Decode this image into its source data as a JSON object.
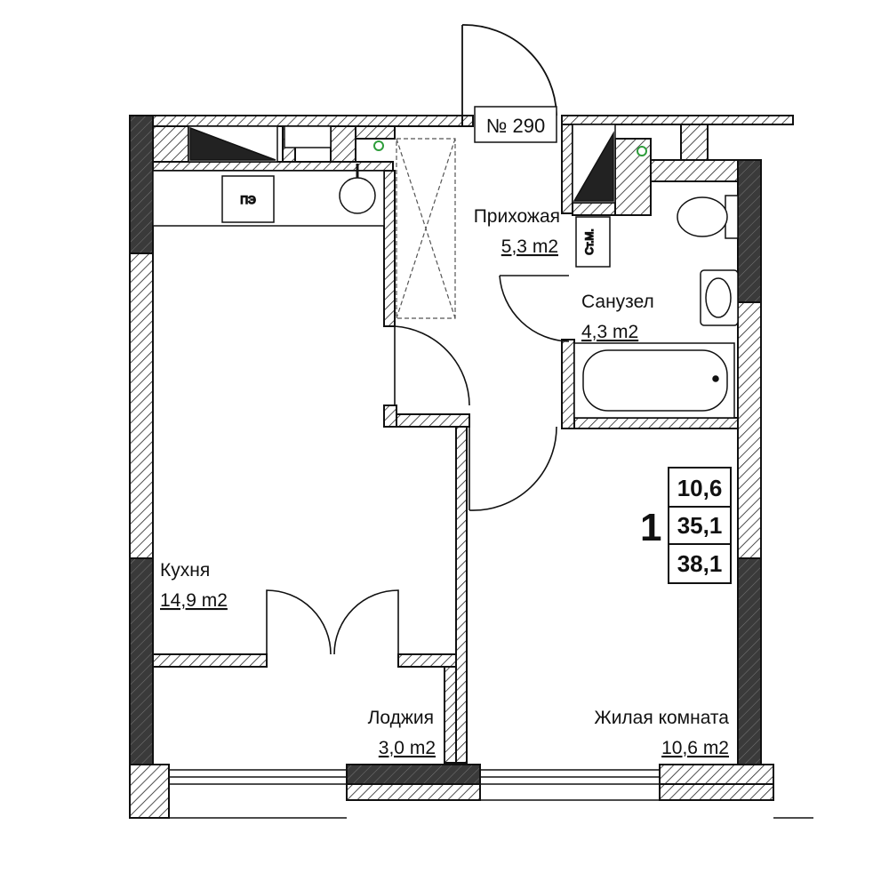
{
  "apartment": {
    "number_label": "№ 290",
    "rooms_count": "1",
    "summary": [
      "10,6",
      "35,1",
      "38,1"
    ]
  },
  "rooms": {
    "hallway": {
      "name": "Прихожая",
      "area": "5,3 m2"
    },
    "bathroom": {
      "name": "Санузел",
      "area": "4,3 m2"
    },
    "kitchen": {
      "name": "Кухня",
      "area": "14,9 m2"
    },
    "loggia": {
      "name": "Лоджия",
      "area": "3,0 m2"
    },
    "living": {
      "name": "Жилая комната",
      "area": "10,6 m2"
    }
  },
  "fixtures": {
    "stove_label": "ПЭ",
    "riser_label": "Ст.М."
  },
  "colors": {
    "wall_dark": "#3a3a3a",
    "wall_hatch": "#ffffff",
    "line": "#111111",
    "fixture_label": "#b05a1a",
    "vent_marker": "#2e9d3b"
  }
}
